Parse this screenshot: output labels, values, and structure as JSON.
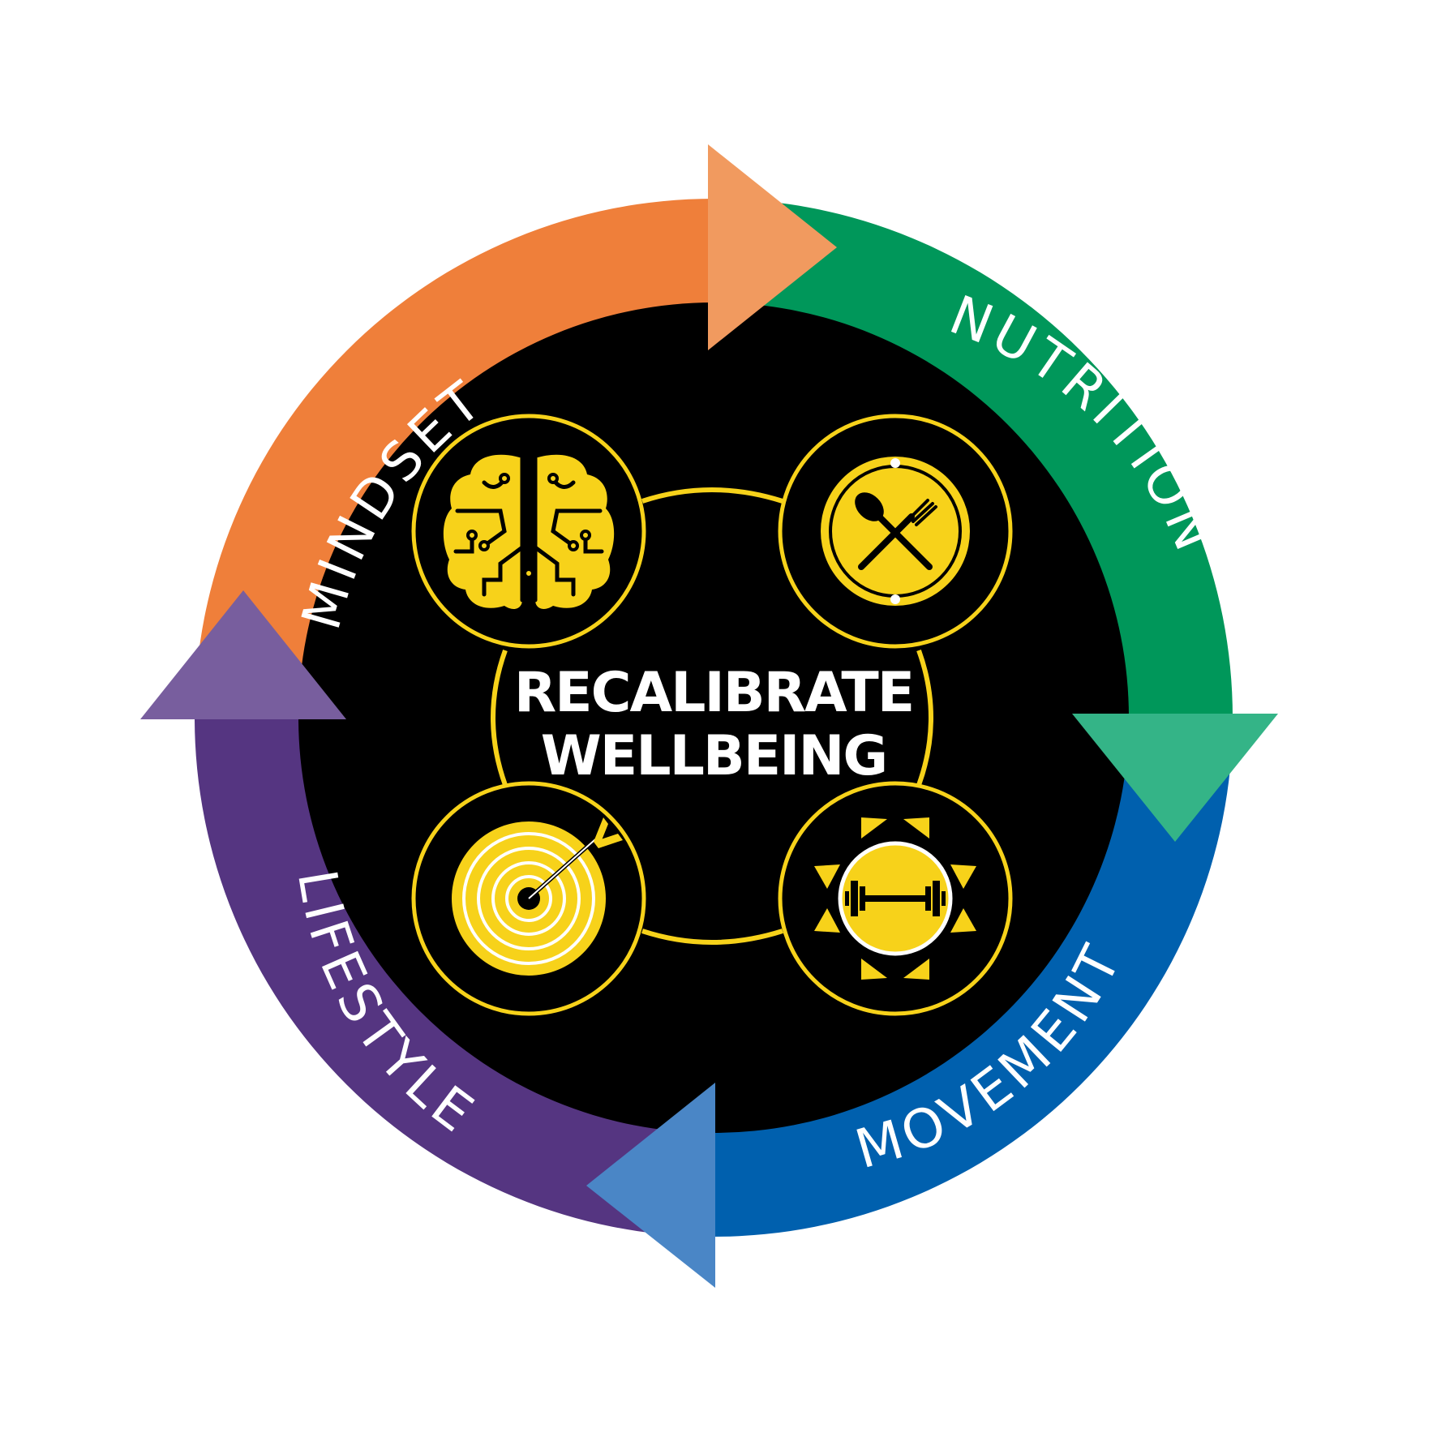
{
  "center": {
    "line1": "RECALIBRATE",
    "line2": "WELLBEING"
  },
  "segments": [
    {
      "label": "MINDSET",
      "color": "#EF7F3A",
      "arrow_color": "#F19A5F"
    },
    {
      "label": "NUTRITION",
      "color": "#00975A",
      "arrow_color": "#34B487"
    },
    {
      "label": "MOVEMENT",
      "color": "#0060AE",
      "arrow_color": "#4A86C6"
    },
    {
      "label": "LIFESTYLE",
      "color": "#553581",
      "arrow_color": "#785E9E"
    }
  ],
  "icons": [
    {
      "name": "brain-circuit-icon"
    },
    {
      "name": "plate-spoon-fork-icon"
    },
    {
      "name": "target-dart-icon"
    },
    {
      "name": "sun-dumbbell-icon"
    }
  ],
  "colors": {
    "background": "#FFFFFF",
    "inner_disc": "#000000",
    "accent_yellow": "#F7D21A",
    "text": "#FFFFFF"
  }
}
